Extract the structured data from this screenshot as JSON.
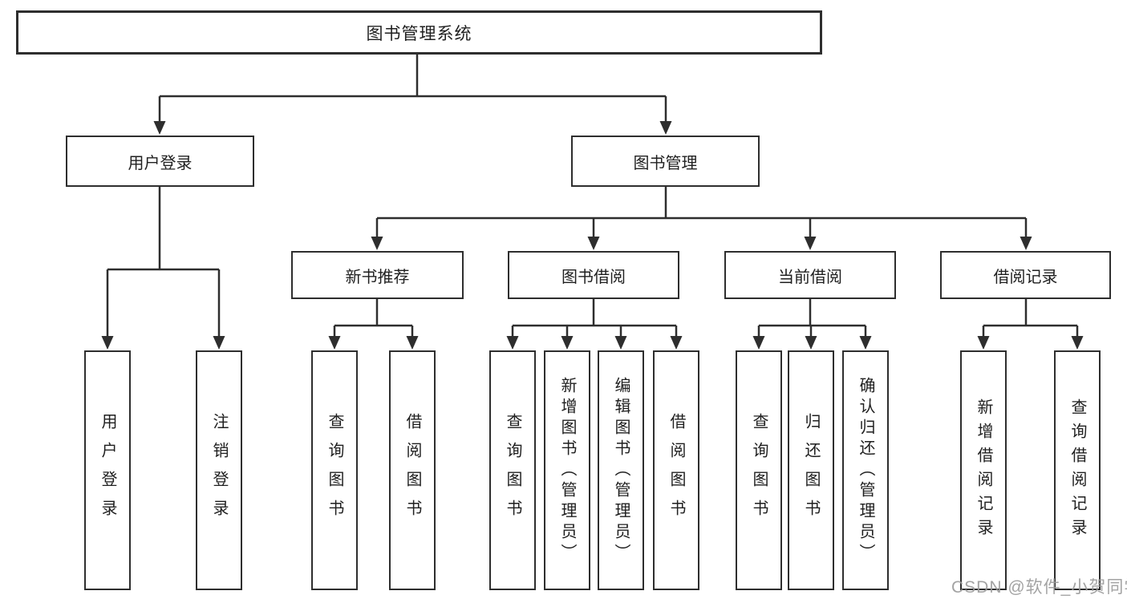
{
  "title": "图书管理系统",
  "level2": {
    "user_login": "用户登录",
    "book_mgmt": "图书管理"
  },
  "level3": {
    "new_books": "新书推荐",
    "borrow": "图书借阅",
    "current": "当前借阅",
    "records": "借阅记录"
  },
  "leaves": {
    "user_login": [
      "用户登录",
      "注销登录"
    ],
    "new_books": [
      "查询图书",
      "借阅图书"
    ],
    "borrow": [
      "查询图书",
      "新增图书（管理员）",
      "编辑图书（管理员）",
      "借阅图书"
    ],
    "current": [
      "查询图书",
      "归还图书",
      "确认归还（管理员）"
    ],
    "records": [
      "新增借阅记录",
      "查询借阅记录"
    ]
  },
  "watermark": "CSDN @软件_小贺同学",
  "colors": {
    "line": "#2e2e2e",
    "text": "#1f1f1f",
    "watermark": "#9c9c9c",
    "background": "#ffffff"
  }
}
